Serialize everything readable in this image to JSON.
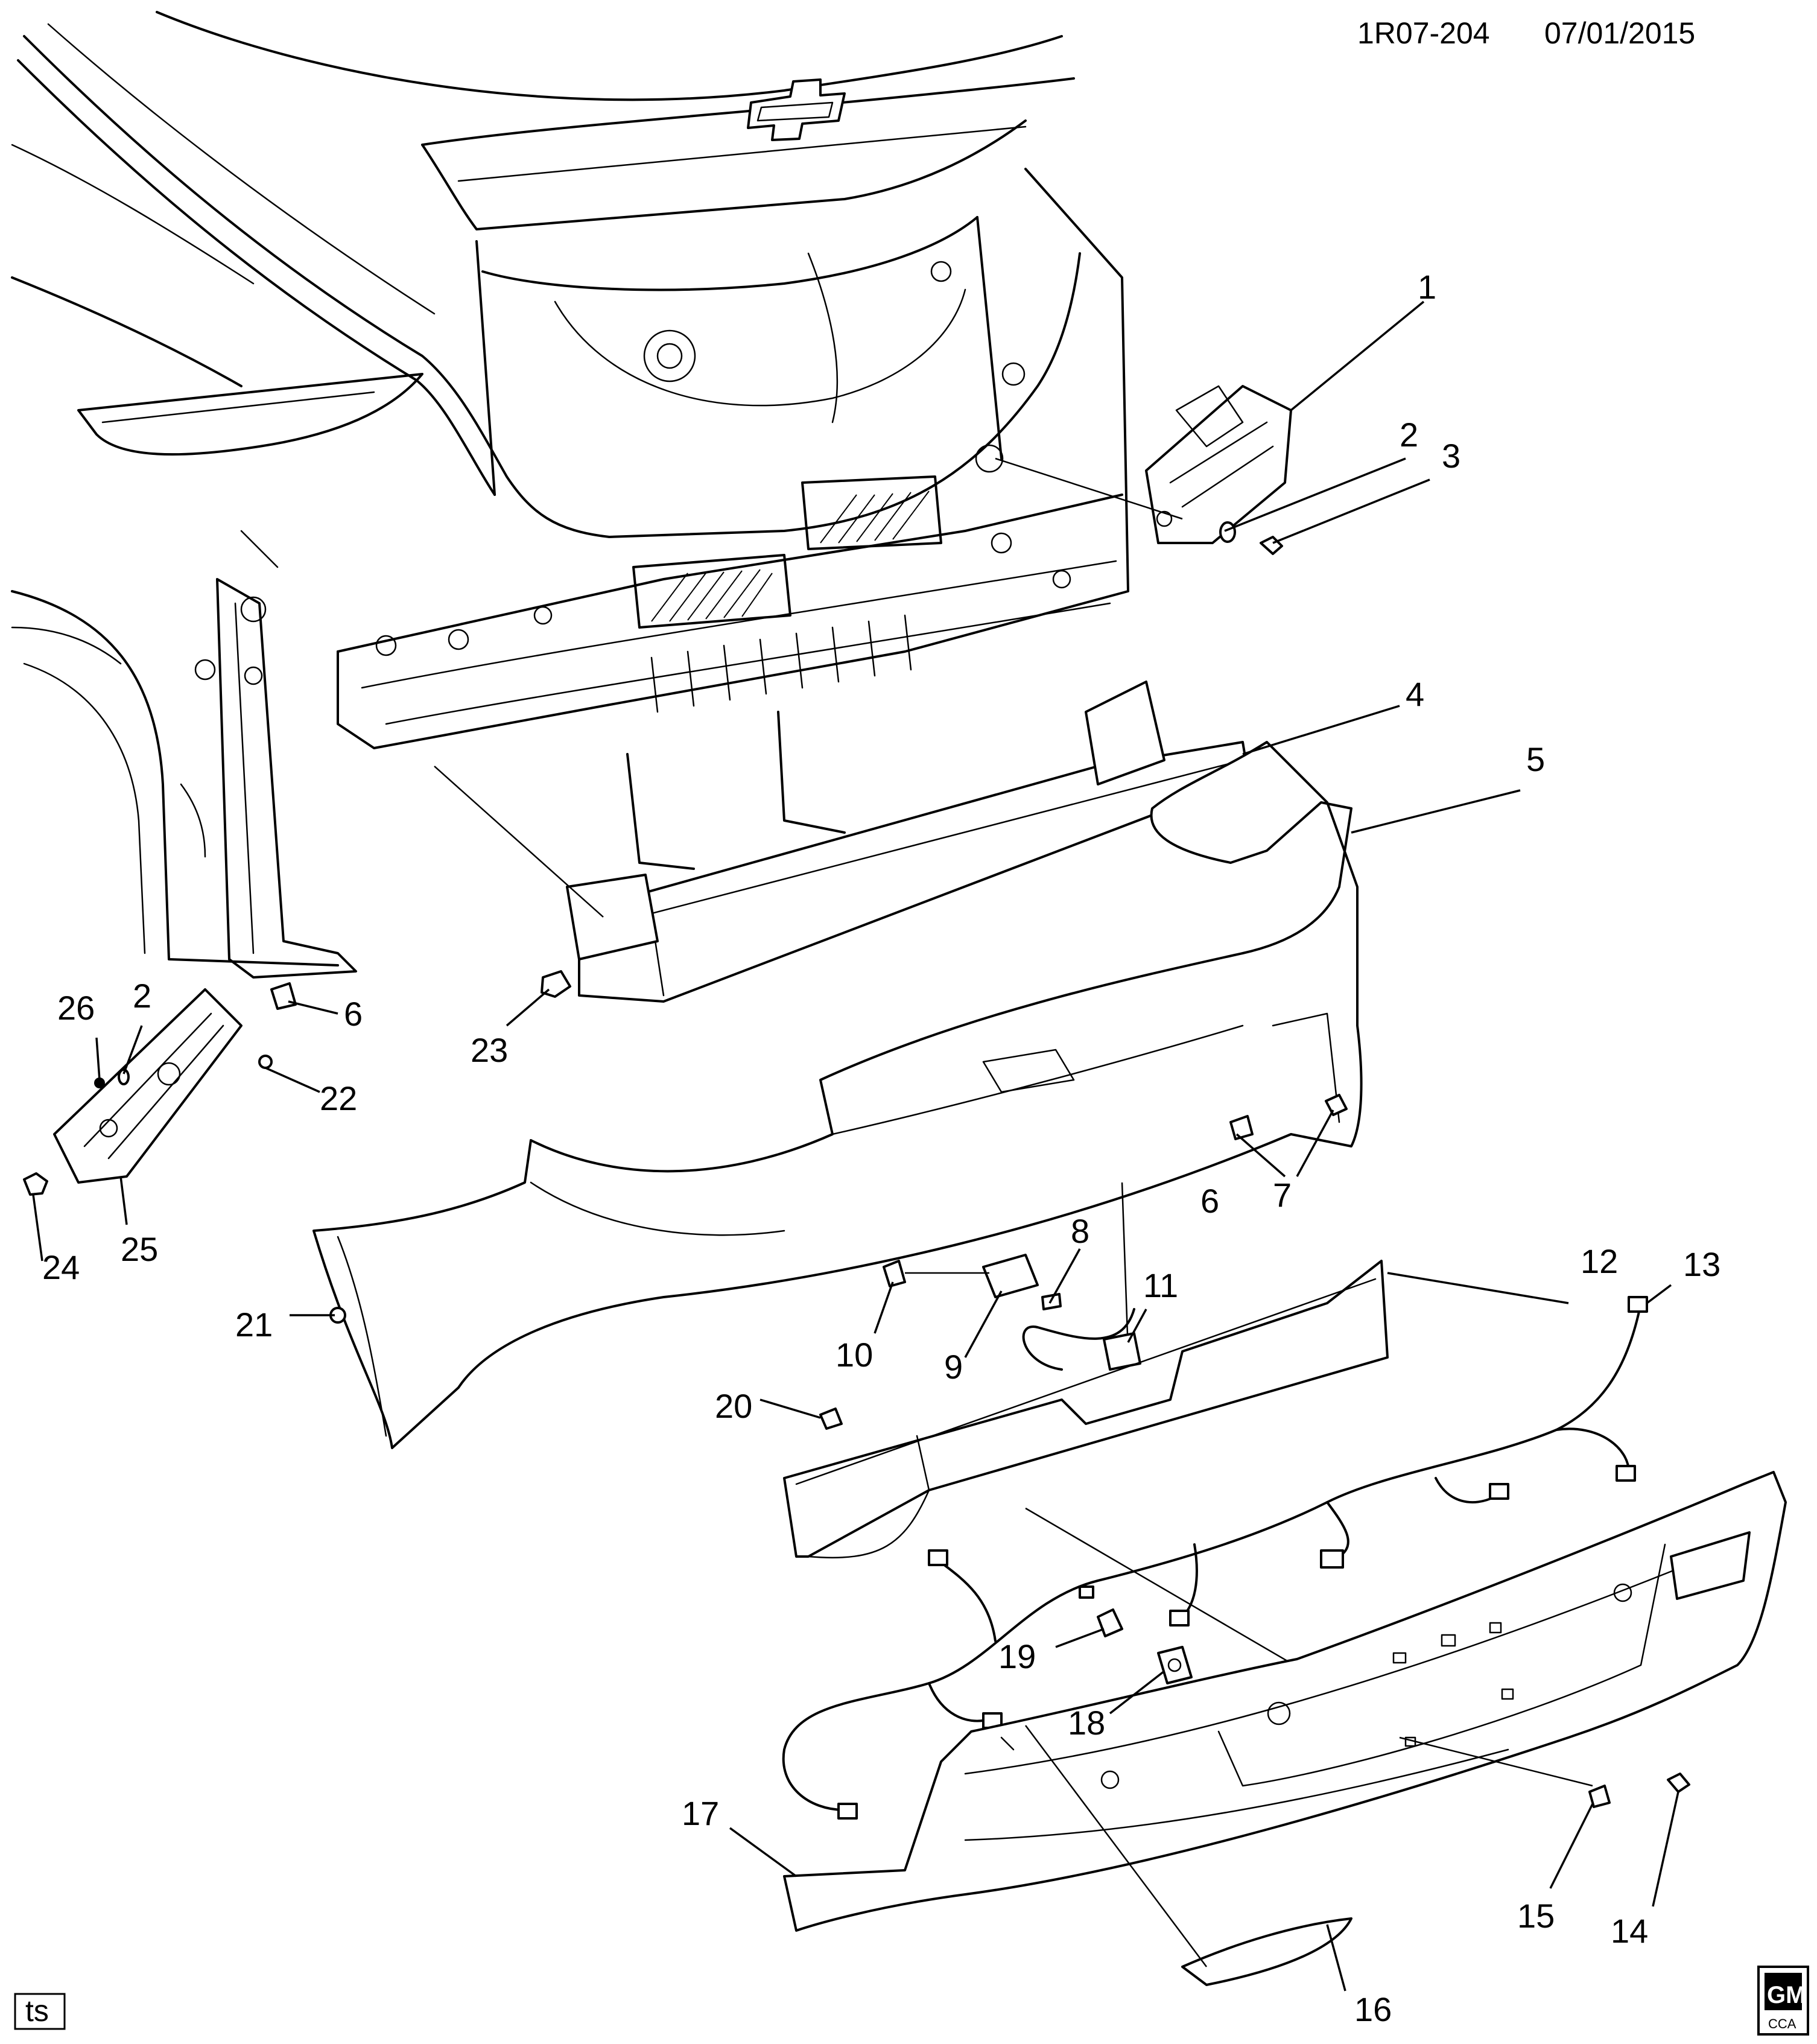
{
  "header": {
    "doc_code": "1R07-204",
    "date": "07/01/2015"
  },
  "footer": {
    "stamp": "ts",
    "logo_top": "GM",
    "logo_bottom": "CCA"
  },
  "callouts": {
    "c1": "1",
    "c2": "2",
    "c2b": "2",
    "c3": "3",
    "c4": "4",
    "c5": "5",
    "c6": "6",
    "c6b": "6",
    "c7": "7",
    "c8": "8",
    "c9": "9",
    "c10": "10",
    "c11": "11",
    "c12": "12",
    "c13": "13",
    "c14": "14",
    "c15": "15",
    "c16": "16",
    "c17": "17",
    "c18": "18",
    "c19": "19",
    "c20": "20",
    "c21": "21",
    "c22": "22",
    "c23": "23",
    "c24": "24",
    "c25": "25",
    "c26": "26"
  }
}
